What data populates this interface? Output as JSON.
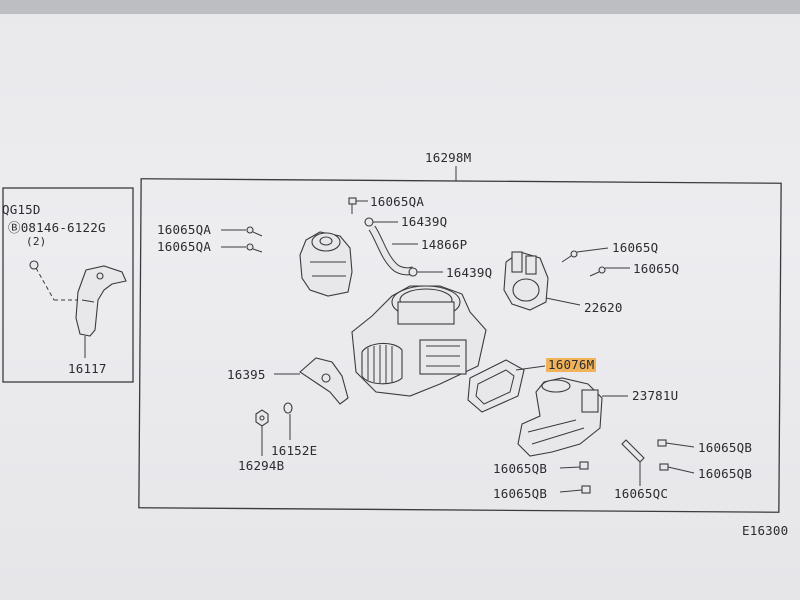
{
  "inset": {
    "engine_code": "QG15D",
    "bolt_code": "08146-6122G",
    "bolt_qty": "(2)",
    "part": "16117"
  },
  "assembly": {
    "part": "16298M"
  },
  "labels": {
    "s16065QA_top": "16065QA",
    "s16439Q_top": "16439Q",
    "s16065QA_left1": "16065QA",
    "s16065QA_left2": "16065QA",
    "s14866P": "14866P",
    "s16439Q_bot": "16439Q",
    "s16065Q_1": "16065Q",
    "s16065Q_2": "16065Q",
    "s22620": "22620",
    "s16395": "16395",
    "s16076M": "16076M",
    "s23781U": "23781U",
    "s16152E": "16152E",
    "s16294B": "16294B",
    "s16065QB_r1": "16065QB",
    "s16065QB_r2": "16065QB",
    "s16065QB_l1": "16065QB",
    "s16065QB_l2": "16065QB",
    "s16065QC": "16065QC"
  },
  "figure_code": "E16300",
  "colors": {
    "highlight": "#f0b35a",
    "ink": "#3a3a40"
  }
}
